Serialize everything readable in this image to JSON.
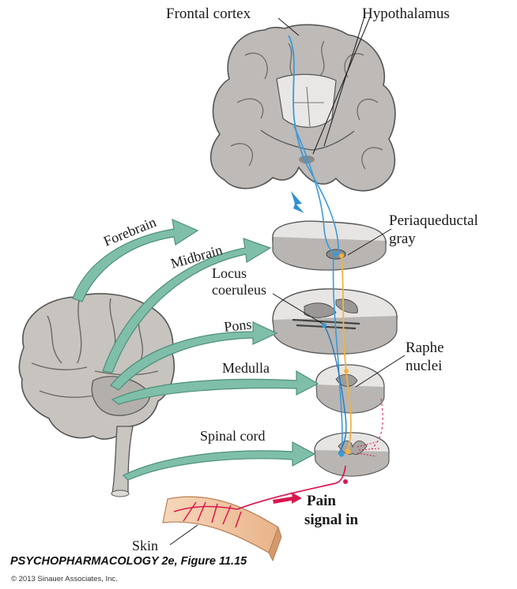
{
  "labels": {
    "frontal_cortex": "Frontal cortex",
    "hypothalamus": "Hypothalamus",
    "forebrain": "Forebrain",
    "midbrain": "Midbrain",
    "pons": "Pons",
    "medulla": "Medulla",
    "spinal_cord": "Spinal cord",
    "periaqueductal_1": "Periaqueductal",
    "periaqueductal_2": "gray",
    "locus_1": "Locus",
    "locus_2": "coeruleus",
    "raphe_1": "Raphe",
    "raphe_2": "nuclei",
    "pain_1": "Pain",
    "pain_2": "signal in",
    "skin": "Skin"
  },
  "caption": {
    "title": "PSYCHOPHARMACOLOGY 2e, Figure 11.15",
    "copyright": "© 2013 Sinauer Associates, Inc."
  },
  "colors": {
    "arrow_teal": "#7fbfaa",
    "pathway_blue": "#3a9ad9",
    "pathway_orange": "#f2b441",
    "pain_red": "#d9184f",
    "brain_gray": "#bdbab7",
    "section_light": "#e7e5e3",
    "skin_tan": "#f1c9a6"
  }
}
